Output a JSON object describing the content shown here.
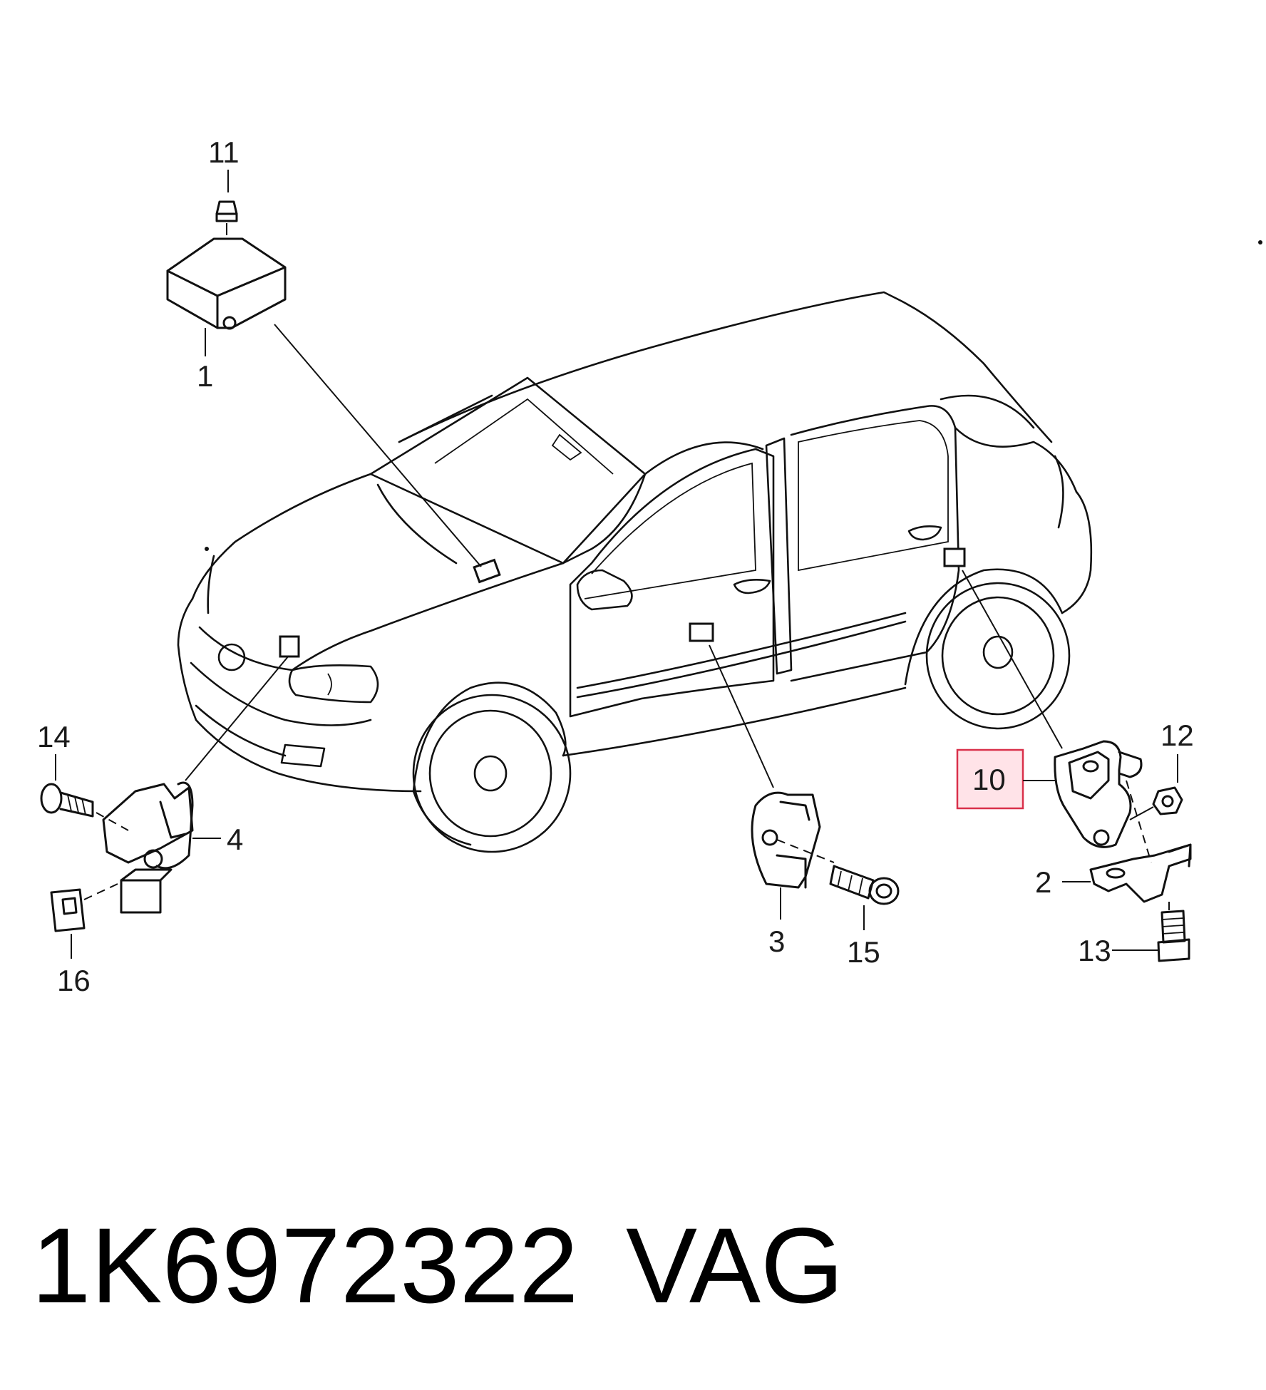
{
  "callouts": {
    "c1": "1",
    "c2": "2",
    "c3": "3",
    "c4": "4",
    "c10": "10",
    "c11": "11",
    "c12": "12",
    "c13": "13",
    "c14": "14",
    "c15": "15",
    "c16": "16"
  },
  "highlight_part": "10",
  "footer": {
    "part_number": "1K6972322",
    "brand": "VAG"
  },
  "colors": {
    "highlight_fill": "#ffe3e8",
    "highlight_stroke": "#d9304a",
    "line": "#111111"
  }
}
